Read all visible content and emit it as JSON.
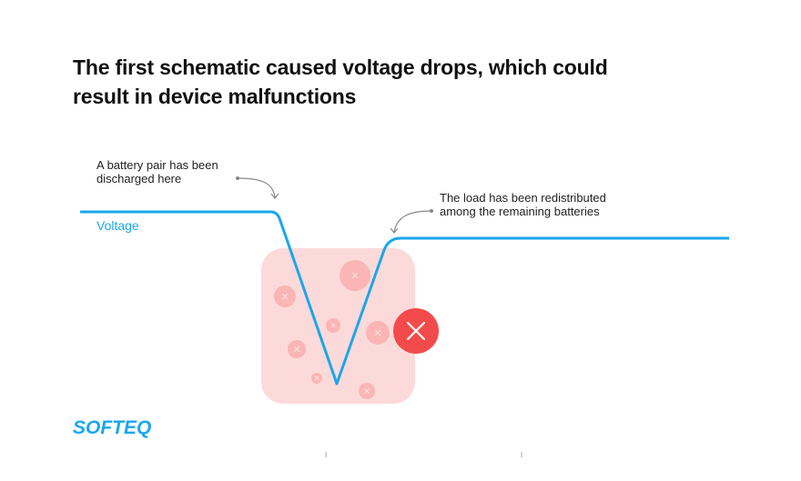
{
  "title": {
    "line1": "The first schematic caused voltage drops, which could",
    "line2": "result in device malfunctions"
  },
  "annotations": [
    {
      "line1": "A battery pair has been",
      "line2": "discharged here"
    },
    {
      "line1": "The load has been redistributed",
      "line2": "among the remaining batteries"
    }
  ],
  "series_label": "Voltage",
  "logo": "SOFTEQ",
  "colors": {
    "line": "#1aa7ec",
    "box": "#fddada",
    "bubble": "#fbb5b5",
    "error": "#f34b4b"
  },
  "icons": [
    "error-x-icon",
    "small-x-icon"
  ]
}
